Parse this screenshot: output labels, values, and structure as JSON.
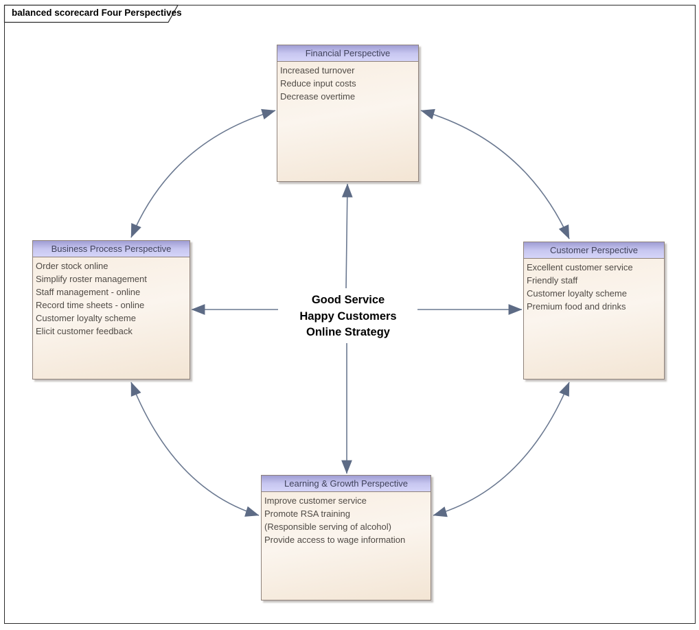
{
  "frame": {
    "title": "balanced scorecard Four Perspectives"
  },
  "center": {
    "lines": [
      "Good Service",
      "Happy Customers",
      "Online Strategy"
    ]
  },
  "nodes": [
    {
      "id": "financial",
      "title": "Financial Perspective",
      "items": [
        "Increased turnover",
        "Reduce input costs",
        "Decrease overtime"
      ]
    },
    {
      "id": "business-process",
      "title": "Business Process Perspective",
      "items": [
        "Order stock online",
        "Simplify roster management",
        "Staff management - online",
        "Record time sheets - online",
        "Customer loyalty scheme",
        "Elicit customer feedback"
      ]
    },
    {
      "id": "customer",
      "title": "Customer Perspective",
      "items": [
        "Excellent customer service",
        "Friendly staff",
        "Customer loyalty scheme",
        "Premium food and drinks"
      ]
    },
    {
      "id": "learning-growth",
      "title": "Learning & Growth Perspective",
      "items": [
        "Improve customer service",
        "Promote RSA training",
        "(Responsible serving of alcohol)",
        "Provide access to wage information"
      ]
    }
  ],
  "connectors": [
    {
      "from": "financial",
      "to": "business-process",
      "bidirectional": true
    },
    {
      "from": "financial",
      "to": "customer",
      "bidirectional": true
    },
    {
      "from": "customer",
      "to": "learning-growth",
      "bidirectional": true
    },
    {
      "from": "business-process",
      "to": "learning-growth",
      "bidirectional": true
    },
    {
      "from": "center",
      "to": "financial",
      "bidirectional": false
    },
    {
      "from": "center",
      "to": "business-process",
      "bidirectional": false
    },
    {
      "from": "center",
      "to": "customer",
      "bidirectional": false
    },
    {
      "from": "center",
      "to": "learning-growth",
      "bidirectional": false
    }
  ],
  "colors": {
    "connector": "#6a7890",
    "arrowhead": "#5d6b85",
    "node_border": "#8e8179",
    "header_top": "#9f9dd3",
    "header_bottom": "#d5d5f9",
    "body_top": "#f7ecdf",
    "body_bottom": "#f3e5d4",
    "header_text": "#3f415a",
    "body_text": "#4f4a45"
  }
}
